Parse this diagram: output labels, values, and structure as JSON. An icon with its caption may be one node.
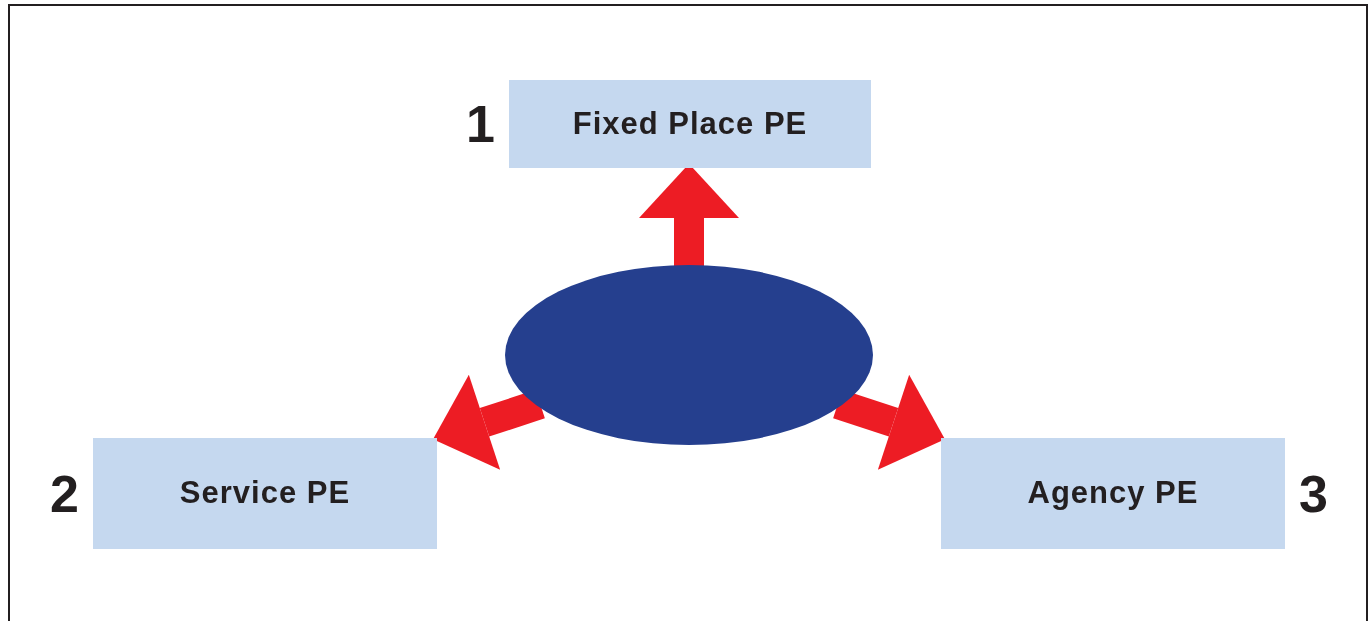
{
  "diagram": {
    "nodes": [
      {
        "text": [
          "Fixed Place PE"
        ],
        "beside": [
          "1"
        ]
      },
      {
        "text": [],
        "shape": "ellipse"
      },
      {
        "text": [
          "Service PE"
        ],
        "beside": [
          "2"
        ]
      },
      {
        "text": [
          "Agency PE"
        ],
        "beside": [
          "3"
        ]
      }
    ],
    "edges": [
      {
        "from": 1,
        "to": 0,
        "arrow": "to"
      },
      {
        "from": 1,
        "to": 2,
        "arrow": "to"
      },
      {
        "from": 1,
        "to": 3,
        "arrow": "to"
      }
    ]
  }
}
